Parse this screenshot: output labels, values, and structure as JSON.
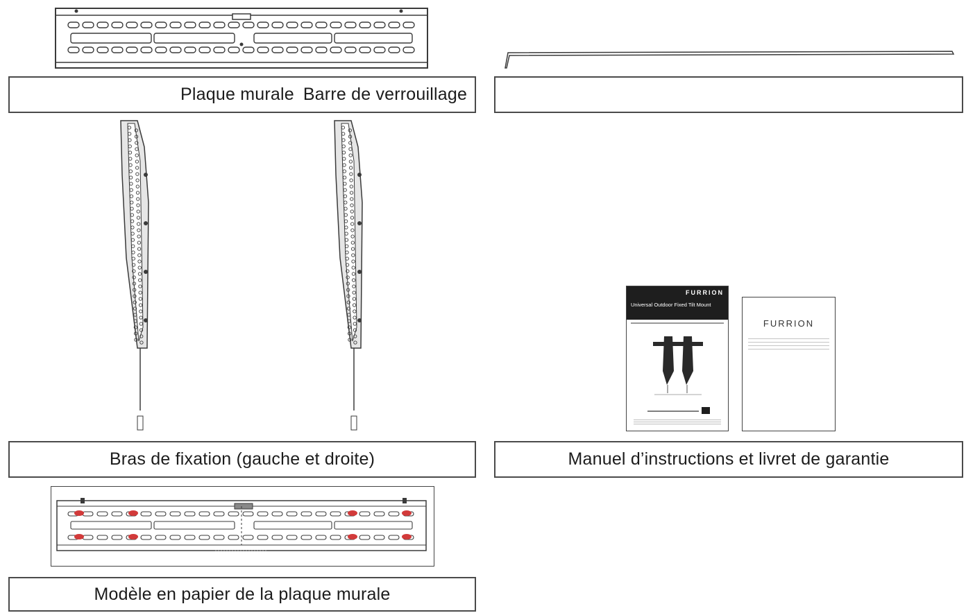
{
  "parts": {
    "wall_plate_label": "Plaque murale",
    "lock_bar_label": "Barre de verrouillage",
    "arms_label": "Bras de fixation (gauche et droite)",
    "manual_label": "Manuel d’instructions et livret de garantie",
    "template_label": "Modèle en papier de la plaque murale"
  },
  "manual_cover": {
    "brand": "FURRION",
    "title": "Universal Outdoor Fixed Tilt Mount"
  },
  "warranty_booklet": {
    "brand": "FURRION"
  },
  "colors": {
    "line": "#3a3a3a",
    "box_border": "#4a4a4a",
    "template_marker": "#d23a3a",
    "manual_cover_bg": "#1e1e1e"
  }
}
